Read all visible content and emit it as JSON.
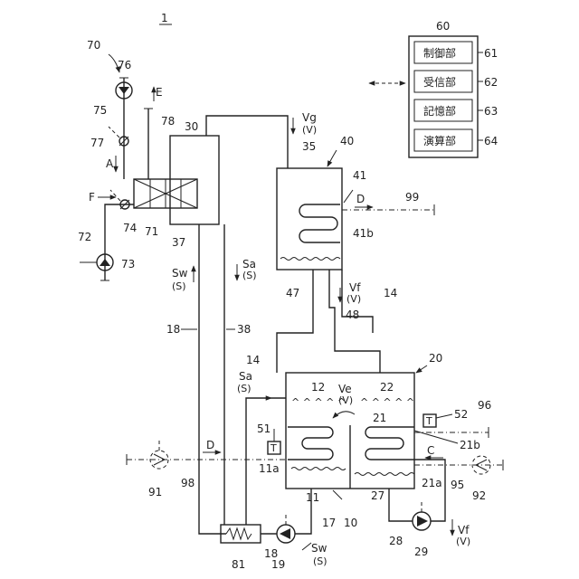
{
  "figure_number": "1",
  "control": {
    "box_ref": "60",
    "units": [
      {
        "label": "制御部",
        "ref": "61"
      },
      {
        "label": "受信部",
        "ref": "62"
      },
      {
        "label": "記憶部",
        "ref": "63"
      },
      {
        "label": "演算部",
        "ref": "64"
      }
    ]
  },
  "refs": {
    "r1": "1",
    "r10": "10",
    "r11": "11",
    "r11a": "11a",
    "r12": "12",
    "r14a": "14",
    "r14b": "14",
    "r17": "17",
    "r18a": "18",
    "r18b": "18",
    "r19": "19",
    "r20": "20",
    "r21": "21",
    "r21a": "21a",
    "r21b": "21b",
    "r22": "22",
    "r27": "27",
    "r28": "28",
    "r29": "29",
    "r30": "30",
    "r35": "35",
    "r37": "37",
    "r38": "38",
    "r40": "40",
    "r41": "41",
    "r41b": "41b",
    "r47": "47",
    "r48": "48",
    "r51": "51",
    "r52": "52",
    "r70": "70",
    "r71": "71",
    "r72": "72",
    "r73": "73",
    "r74": "74",
    "r75": "75",
    "r76": "76",
    "r77": "77",
    "r78": "78",
    "r81": "81",
    "r91": "91",
    "r92": "92",
    "r95": "95",
    "r96": "96",
    "r98": "98",
    "r99": "99"
  },
  "flows": {
    "E": "E",
    "A": "A",
    "F": "F",
    "Vg": "Vg",
    "Vg_sub": "(V)",
    "Sa_top": "Sa",
    "Sa_top_sub": "(S)",
    "Sw_top": "Sw",
    "Sw_top_sub": "(S)",
    "Vf_mid": "Vf",
    "Vf_mid_sub": "(V)",
    "D_top": "D",
    "D_bottom": "D",
    "Sa_low": "Sa",
    "Sa_low_sub": "(S)",
    "Ve": "Ve",
    "Ve_sub": "(V)",
    "C": "C",
    "Sw_bottom": "Sw",
    "Sw_bottom_sub": "(S)",
    "Vf_bottom": "Vf",
    "Vf_bottom_sub": "(V)",
    "T_left": "T",
    "T_right": "T"
  }
}
